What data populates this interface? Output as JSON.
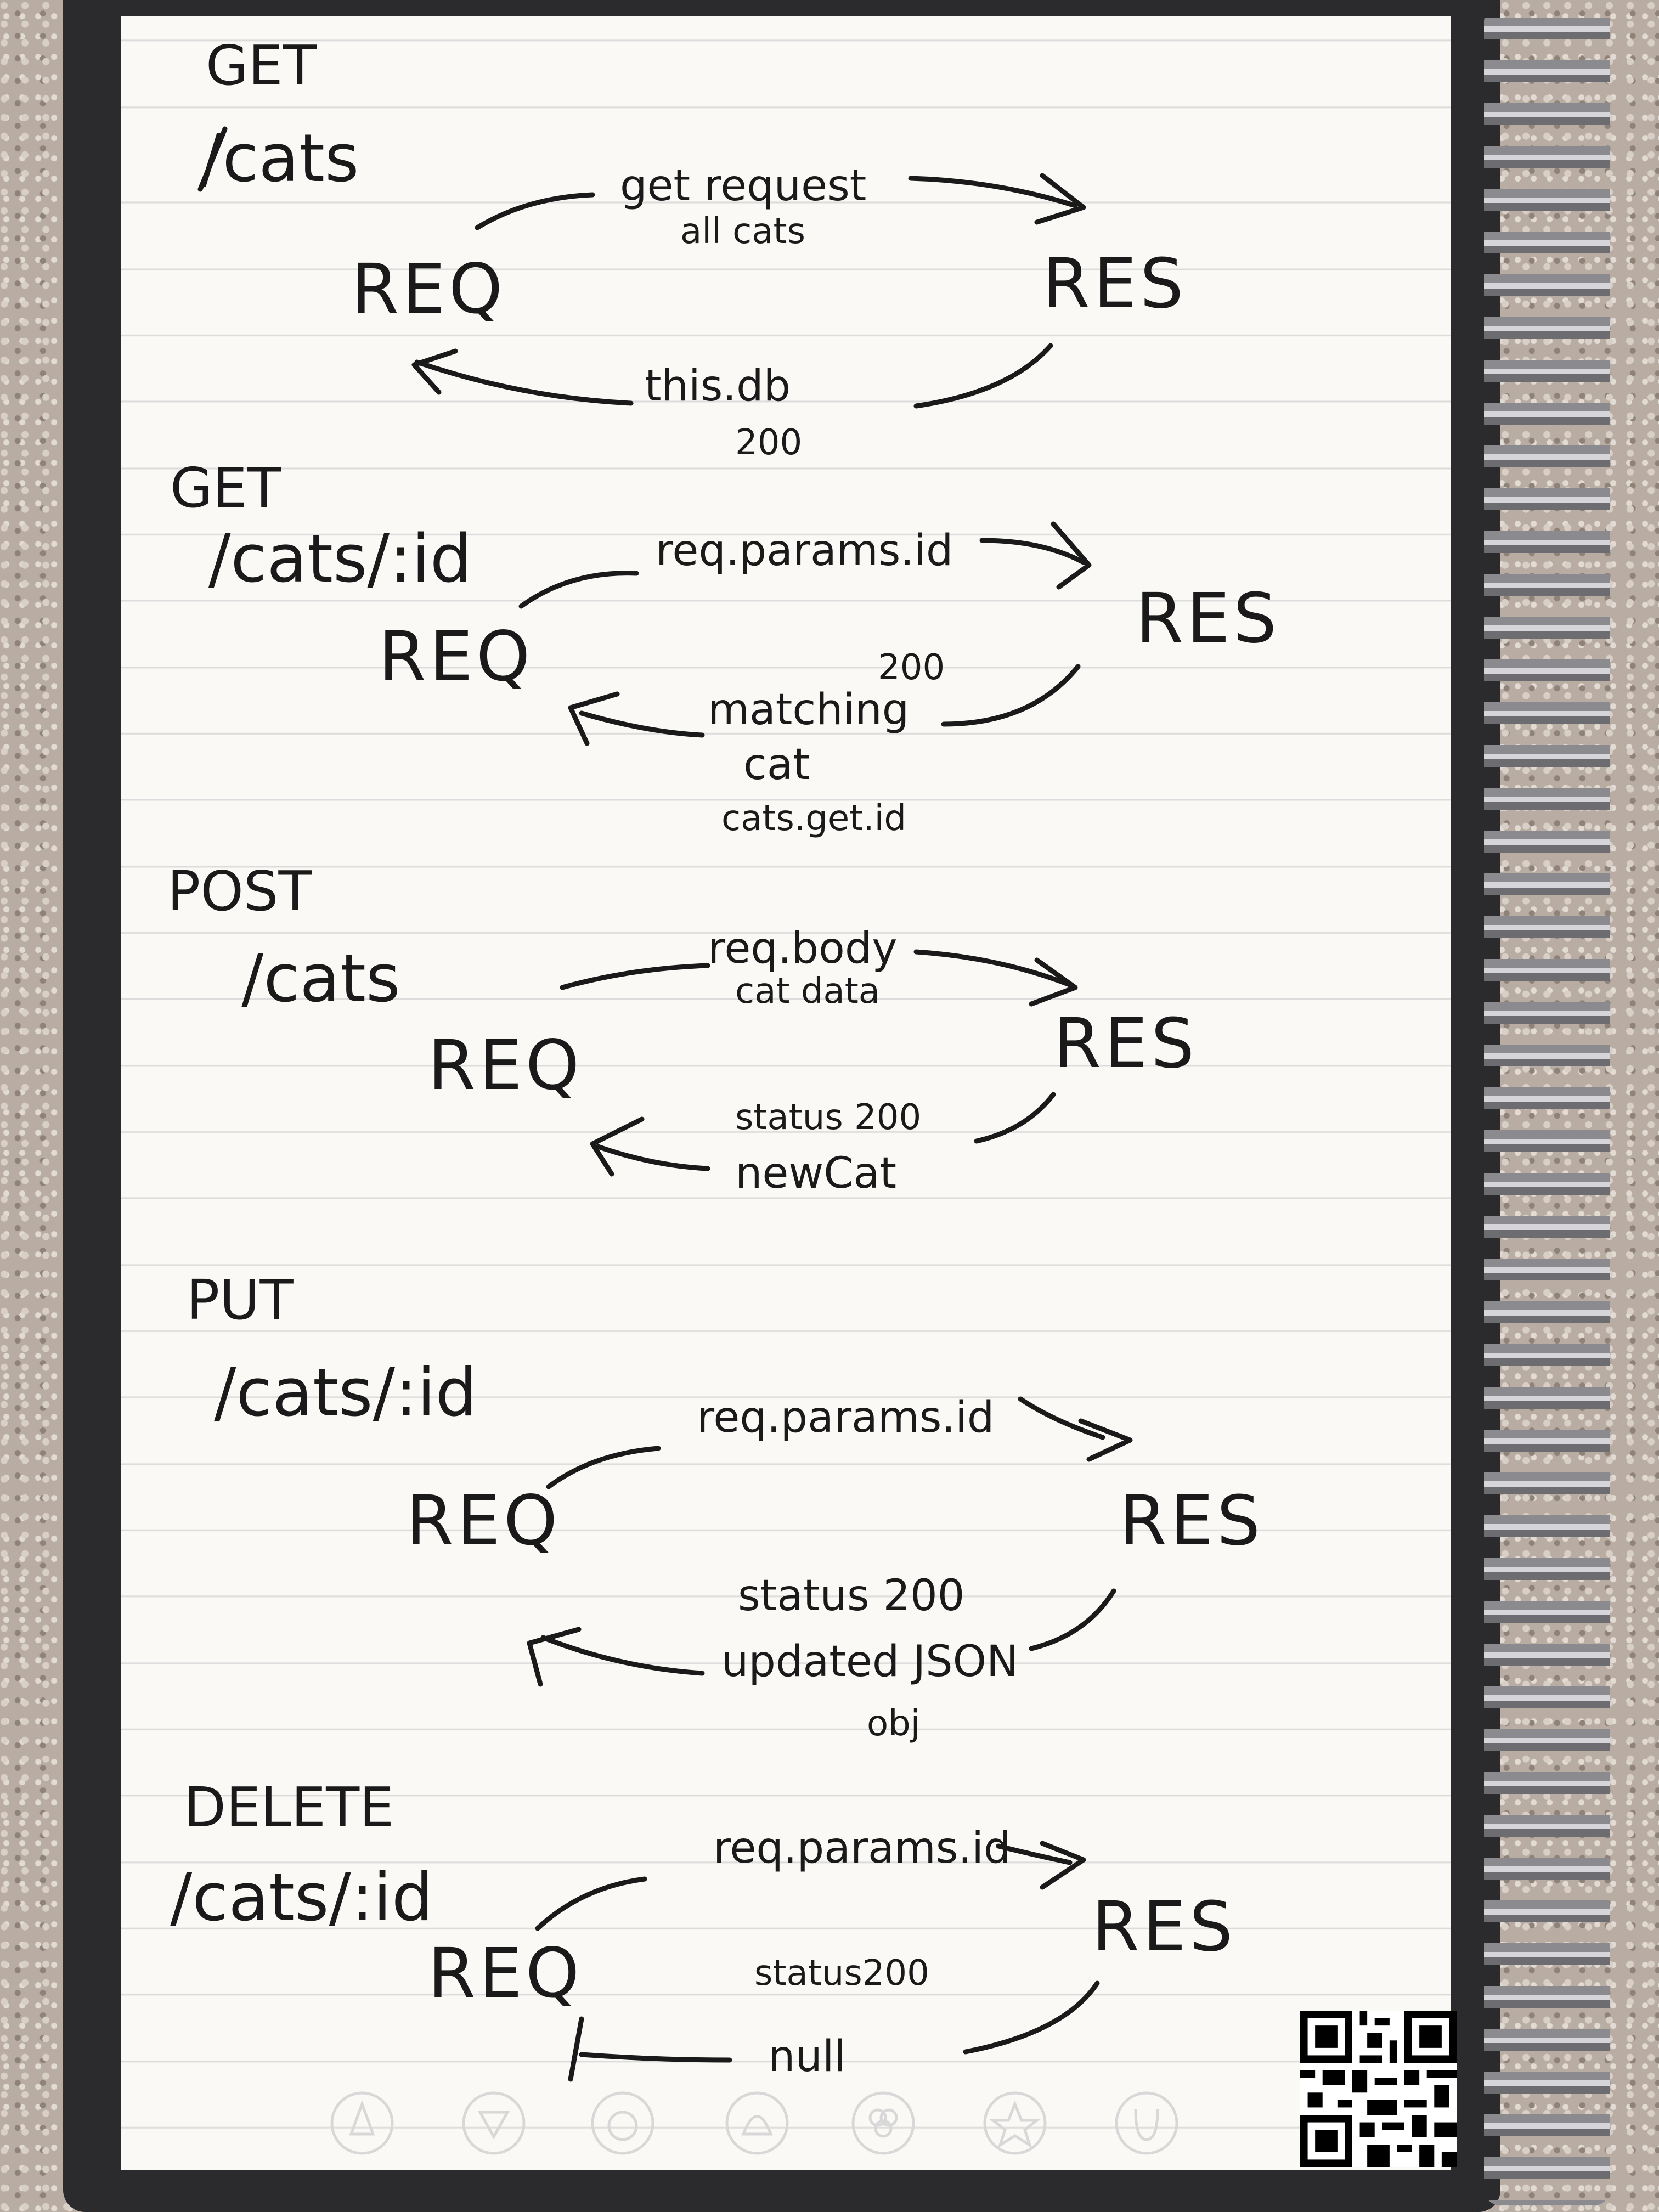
{
  "diagrams": [
    {
      "method": "GET",
      "path": "/cats",
      "req": "REQ",
      "res": "RES",
      "request_labels": [
        "get request",
        "all cats"
      ],
      "response_labels": [
        "this.db",
        "200"
      ]
    },
    {
      "method": "GET",
      "path": "/cats/:id",
      "req": "REQ",
      "res": "RES",
      "request_labels": [
        "req.params.id"
      ],
      "response_labels": [
        "200",
        "matching",
        "cat",
        "cats.get.id"
      ]
    },
    {
      "method": "POST",
      "path": "/cats",
      "req": "REQ",
      "res": "RES",
      "request_labels": [
        "req.body",
        "cat data"
      ],
      "response_labels": [
        "status 200",
        "newCat"
      ]
    },
    {
      "method": "PUT",
      "path": "/cats/:id",
      "req": "REQ",
      "res": "RES",
      "request_labels": [
        "req.params.id"
      ],
      "response_labels": [
        "status 200",
        "updated JSON",
        "obj"
      ]
    },
    {
      "method": "DELETE",
      "path": "/cats/:id",
      "req": "REQ",
      "res": "RES",
      "request_labels": [
        "req.params.id"
      ],
      "response_labels": [
        "status200",
        "null"
      ]
    }
  ],
  "colors": {
    "ink": "#1a1a1a",
    "paper": "#faf9f6",
    "notebook_cover": "#2b2b2d",
    "ruled_line": "#dcdcdc"
  },
  "footer_icons": [
    "rocket-icon",
    "diamond-icon",
    "apple-icon",
    "bell-icon",
    "clover-icon",
    "star-icon",
    "horseshoe-icon"
  ],
  "qr_code": "qr-code"
}
